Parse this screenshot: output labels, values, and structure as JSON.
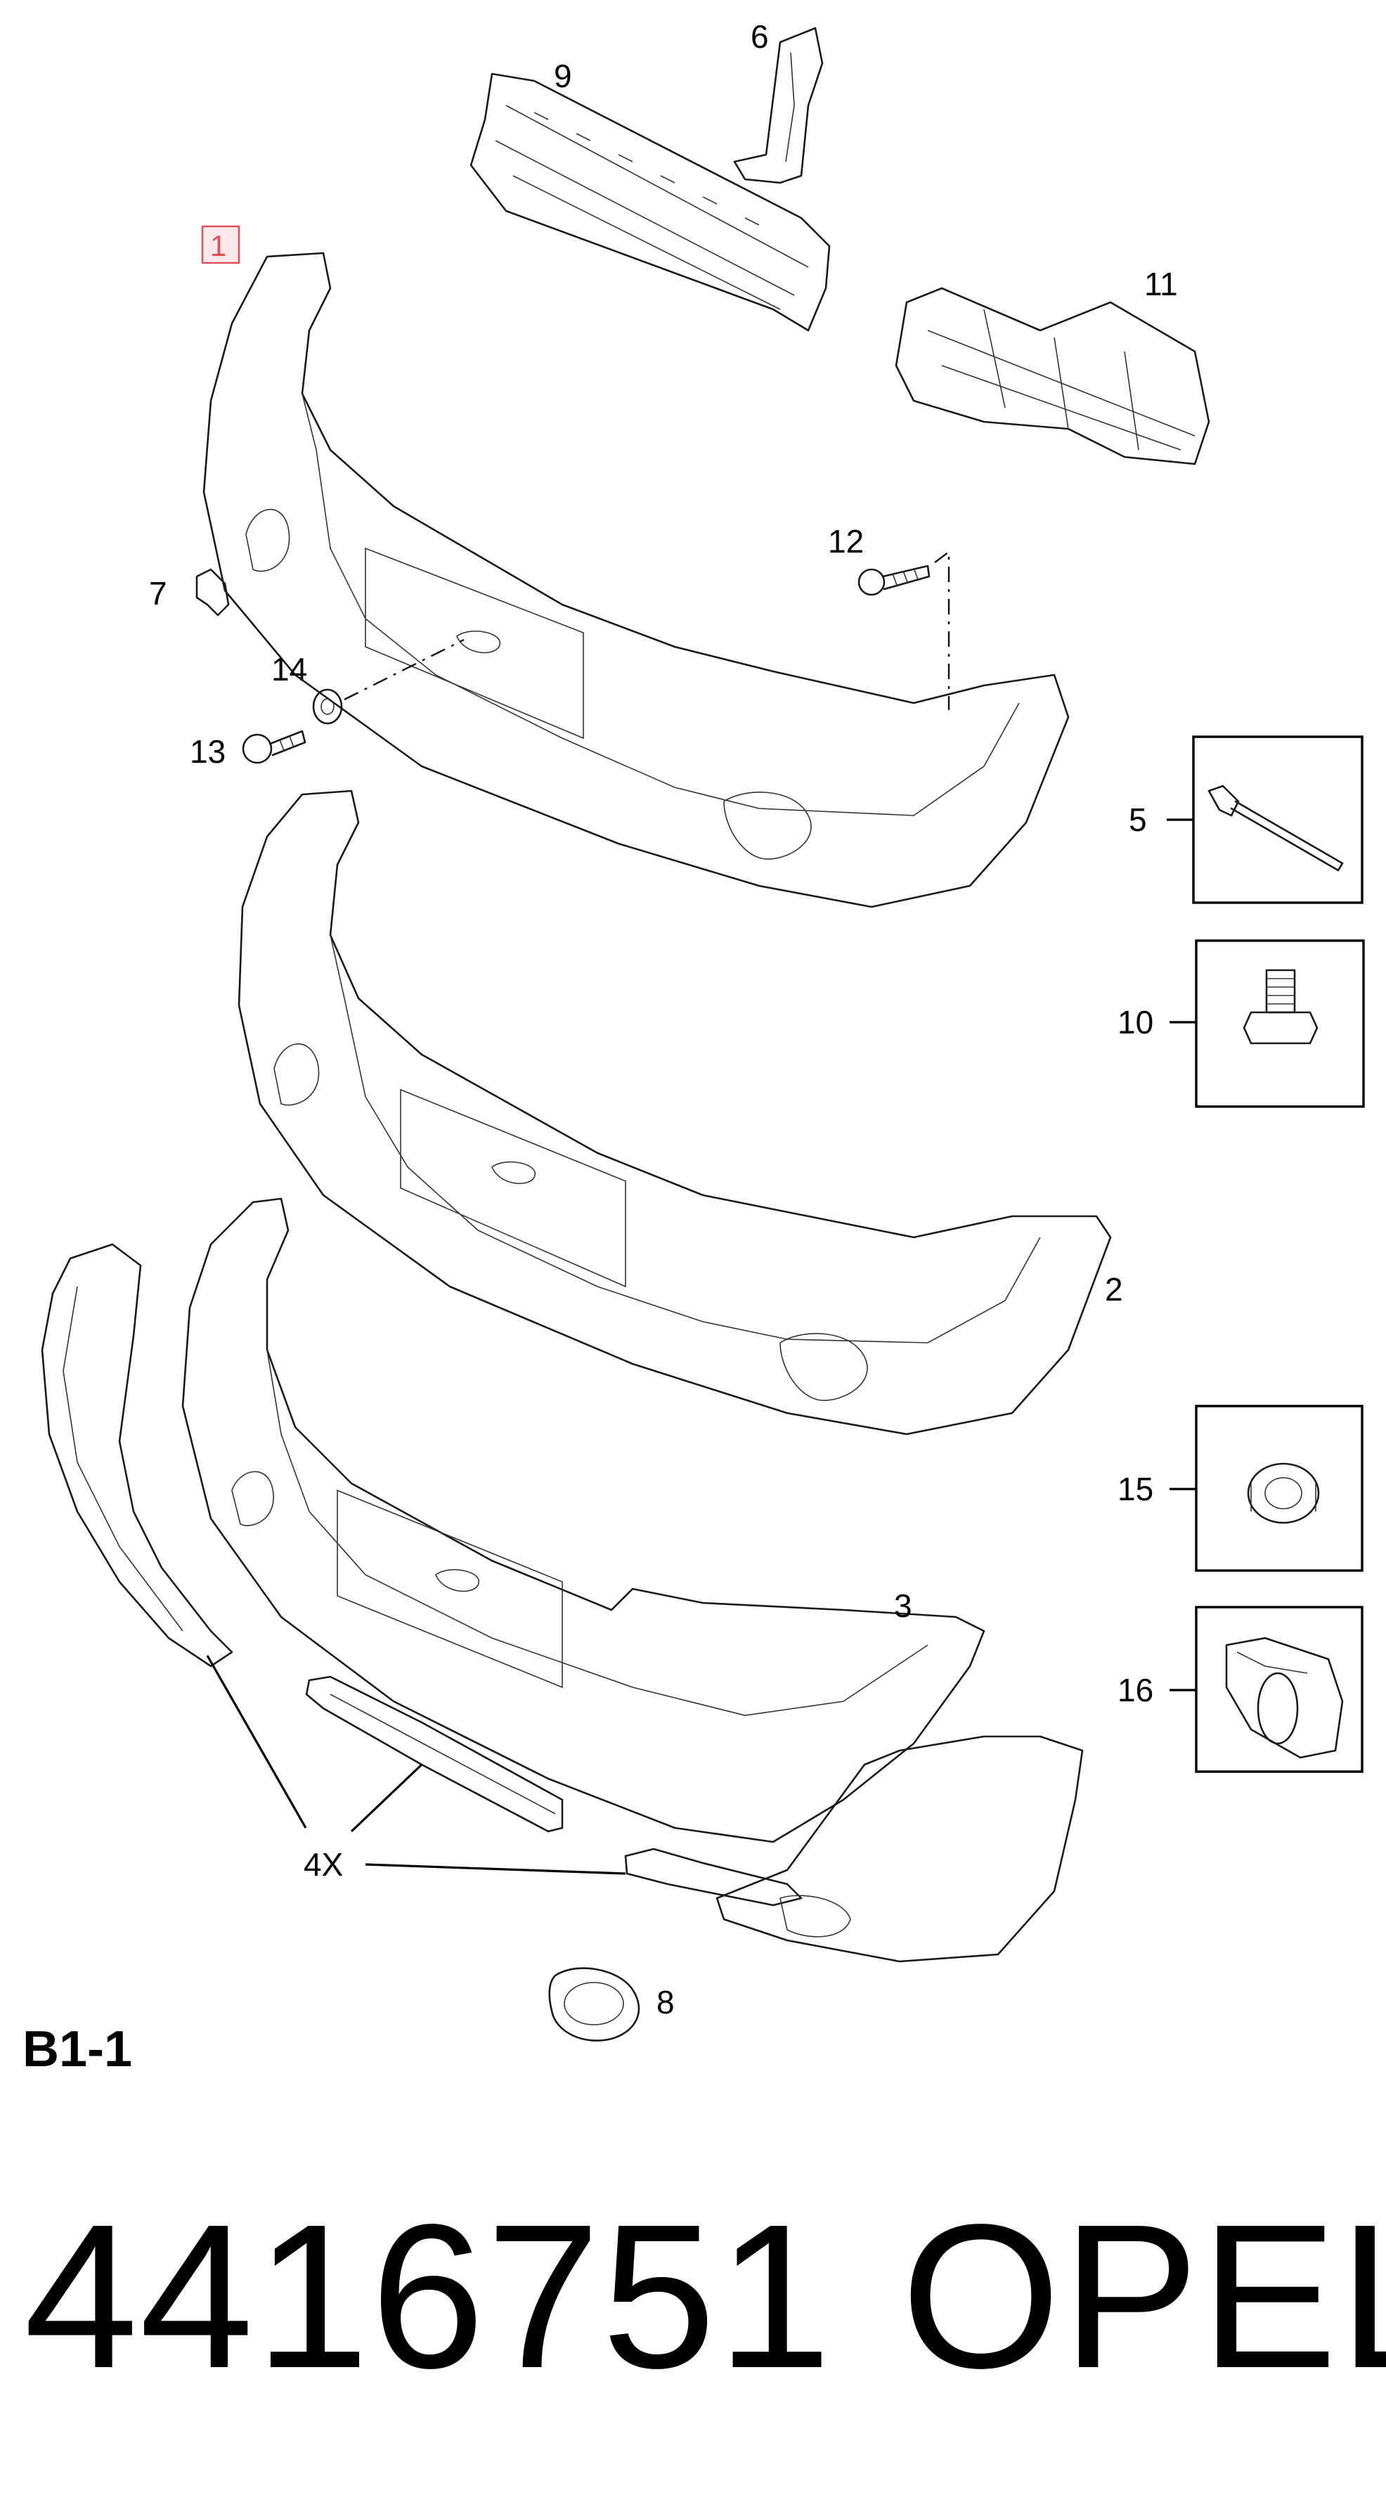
{
  "diagram": {
    "selected_callout": "1",
    "callouts": {
      "c1": "1",
      "c2": "2",
      "c3": "3",
      "c4x": "4X",
      "c5": "5",
      "c6": "6",
      "c7": "7",
      "c8": "8",
      "c9": "9",
      "c10": "10",
      "c11": "11",
      "c12": "12",
      "c13": "13",
      "c14": "14",
      "c15": "15",
      "c16": "16"
    },
    "section_label": "B1-1"
  },
  "footer": {
    "part_number": "4416751",
    "brand": "OPEL"
  },
  "colors": {
    "highlight": "#e0505a",
    "highlight_fill": "#fde8ea",
    "line": "#1a1a1a"
  }
}
